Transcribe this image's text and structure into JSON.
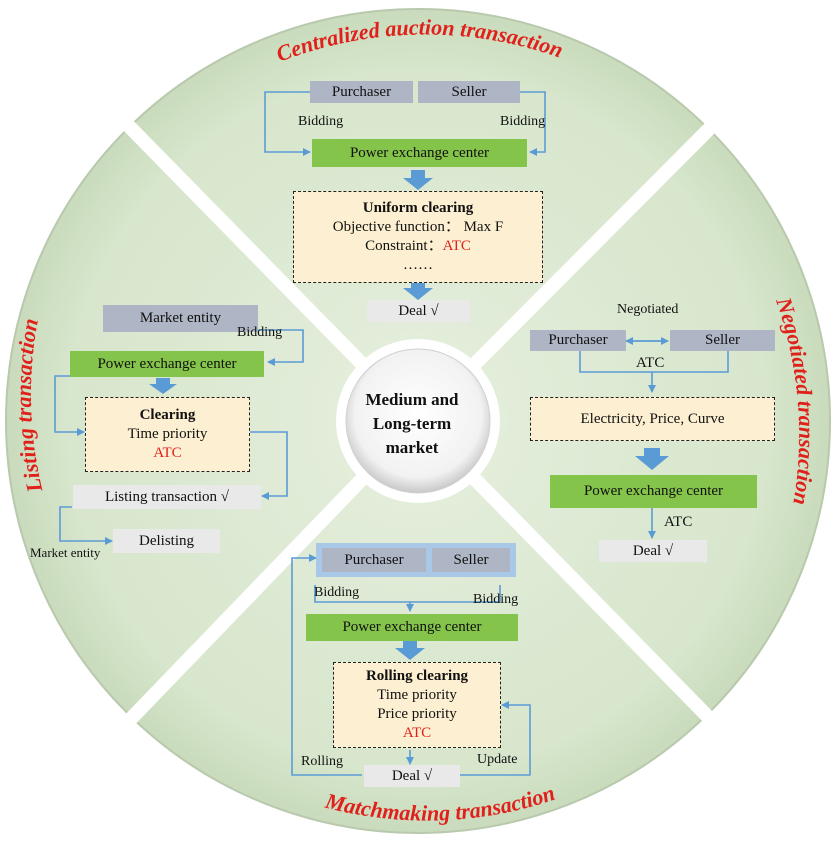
{
  "center": {
    "line1": "Medium and",
    "line2": "Long-term",
    "line3": "market"
  },
  "titles": {
    "top": "Centralized auction transaction",
    "right": "Negotiated transaction",
    "bottom": "Matchmaking transaction",
    "left": "Listing transaction"
  },
  "top_quadrant": {
    "purchaser": "Purchaser",
    "seller": "Seller",
    "bidding_left": "Bidding",
    "bidding_right": "Bidding",
    "exchange": "Power exchange center",
    "clearing_title": "Uniform clearing",
    "objective": "Objective function： Max F",
    "constraint": "Constraint：",
    "constraint_value": "ATC",
    "ellipsis": "……",
    "deal": "Deal √"
  },
  "right_quadrant": {
    "negotiated": "Negotiated",
    "purchaser": "Purchaser",
    "seller": "Seller",
    "atc": "ATC",
    "items": "Electricity, Price, Curve",
    "exchange": "Power exchange center",
    "atc2": "ATC",
    "deal": "Deal √"
  },
  "left_quadrant": {
    "market_entity": "Market entity",
    "bidding": "Bidding",
    "exchange": "Power exchange center",
    "clearing_title": "Clearing",
    "time_priority": "Time priority",
    "atc": "ATC",
    "listing": "Listing transaction √",
    "market_entity2": "Market entity",
    "delisting": "Delisting"
  },
  "bottom_quadrant": {
    "purchaser": "Purchaser",
    "seller": "Seller",
    "bidding_left": "Bidding",
    "bidding_right": "Bidding",
    "exchange": "Power exchange center",
    "clearing_title": "Rolling clearing",
    "time_priority": "Time priority",
    "price_priority": "Price priority",
    "atc": "ATC",
    "rolling": "Rolling",
    "update": "Update",
    "deal": "Deal √"
  },
  "colors": {
    "ring_fill": "#d7e6cc",
    "green_box": "#84c44a",
    "gray_box": "#aeb5c4",
    "clearing_fill": "#fdf0d2",
    "arrow": "#5b9bd5",
    "title_red": "#e0201b"
  }
}
